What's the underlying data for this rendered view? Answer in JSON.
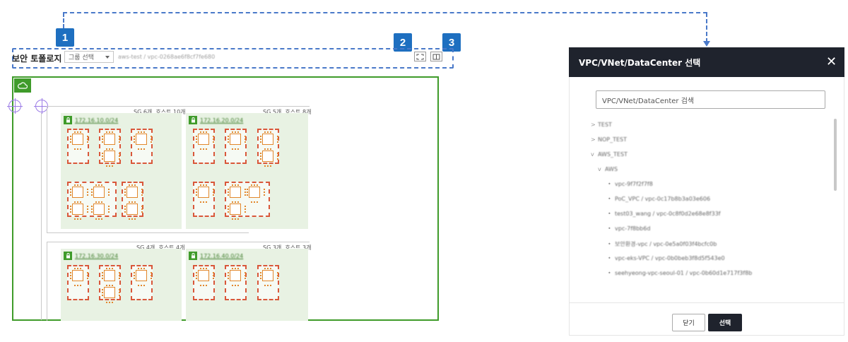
{
  "callouts": [
    "1",
    "2",
    "3"
  ],
  "toolbar": {
    "title": "보안 토폴로지",
    "group_select": "그룹 선택",
    "breadcrumb": "aws-test / vpc-0268ae6f8cf7fe680"
  },
  "topology": {
    "regions": [
      {
        "sg_label": "SG 6개, 호스트 10개",
        "cidr": "172.16.10.0/24",
        "hosts": [
          [
            1,
            2,
            1
          ],
          [
            2,
            2,
            2
          ]
        ]
      },
      {
        "sg_label": "SG 5개, 호스트 8개",
        "cidr": "172.16.20.0/24",
        "hosts": [
          [
            1,
            1,
            2
          ],
          [
            1,
            2,
            1
          ]
        ]
      },
      {
        "sg_label": "SG 4개, 호스트 4개",
        "cidr": "172.16.30.0/24",
        "hosts": [
          [
            1,
            2,
            1
          ]
        ]
      },
      {
        "sg_label": "SG 3개, 호스트 3개",
        "cidr": "172.16.40.0/24",
        "hosts": [
          [
            1,
            1,
            1
          ]
        ]
      }
    ]
  },
  "modal": {
    "title": "VPC/VNet/DataCenter 선택",
    "search_placeholder": "VPC/VNet/DataCenter 검색",
    "tree": [
      {
        "label": "TEST",
        "level": 0,
        "caret": ">"
      },
      {
        "label": "NOP_TEST",
        "level": 0,
        "caret": ">"
      },
      {
        "label": "AWS_TEST",
        "level": 0,
        "caret": "v"
      },
      {
        "label": "AWS",
        "level": 1,
        "caret": "v"
      },
      {
        "label": "vpc-9f7f2f7f8",
        "level": 2,
        "caret": "•"
      },
      {
        "label": "PoC_VPC / vpc-0c17b8b3a03e606",
        "level": 2,
        "caret": "•"
      },
      {
        "label": "test03_wang / vpc-0c8f0d2e68e8f33f",
        "level": 2,
        "caret": "•"
      },
      {
        "label": "vpc-7f8bb6d",
        "level": 2,
        "caret": "•"
      },
      {
        "label": "보안환경-vpc / vpc-0e5a0f03f4bcfc0b",
        "level": 2,
        "caret": "•"
      },
      {
        "label": "vpc-eks-VPC / vpc-0b0beb3f8d5f543e0",
        "level": 2,
        "caret": "•"
      },
      {
        "label": "seehyeong-vpc-seoul-01 / vpc-0b60d1e717f3f8b",
        "level": 2,
        "caret": "•"
      }
    ],
    "close_label": "닫기",
    "select_label": "선택"
  },
  "colors": {
    "callout": "#1e6fc0",
    "connector": "#4a79c9",
    "topology_green": "#3f9b2a",
    "zone_bg": "#e8f2e3",
    "host_border": "#d9573a",
    "modal_header": "#1f232d"
  }
}
